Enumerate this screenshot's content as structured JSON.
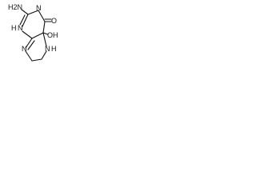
{
  "molecule": {
    "atoms": {
      "amino": "H2N",
      "ring_nh_upper": "N",
      "ring_nh_upper_h": "H",
      "imine_n": "N",
      "carbonyl_o": "O",
      "hydroxyl": "OH",
      "lower_n_left": "N",
      "lower_nh": "N",
      "lower_nh_h": "H"
    },
    "colors": {
      "bond": "#111111",
      "text": "#111111",
      "background": "#ffffff"
    }
  }
}
